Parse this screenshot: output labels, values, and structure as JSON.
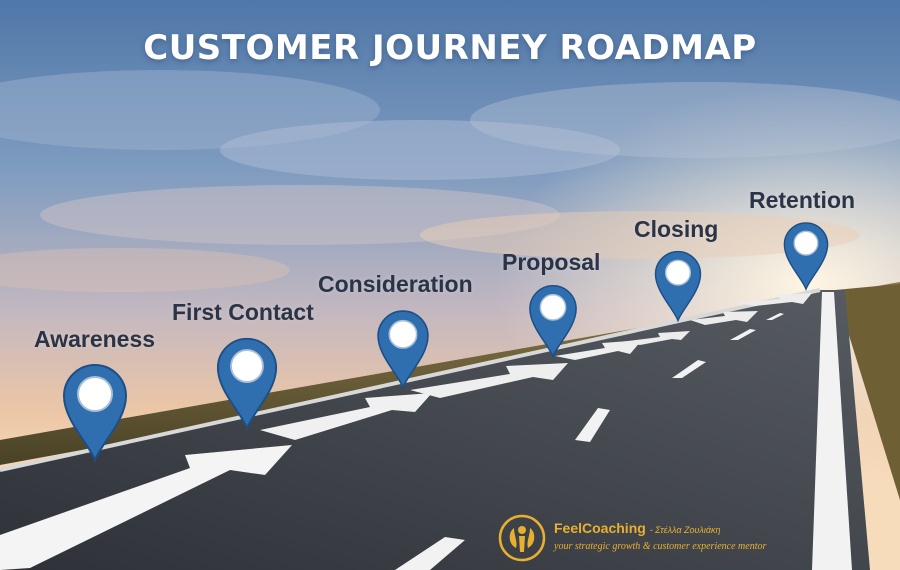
{
  "title": "CUSTOMER JOURNEY ROADMAP",
  "stages": [
    {
      "label": "Awareness"
    },
    {
      "label": "First Contact"
    },
    {
      "label": "Consideration"
    },
    {
      "label": "Proposal"
    },
    {
      "label": "Closing"
    },
    {
      "label": "Retention"
    }
  ],
  "logo": {
    "name": "FeelCoaching",
    "author": "- Στέλλα Ζουλιάκη",
    "tagline": "your strategic growth & customer experience mentor"
  },
  "colors": {
    "pin": "#2f6fb0",
    "pin_dark": "#1d4e86",
    "label": "#2a3446",
    "title": "#ffffff",
    "road": "#3a3e44",
    "logo": "#e8b030"
  }
}
